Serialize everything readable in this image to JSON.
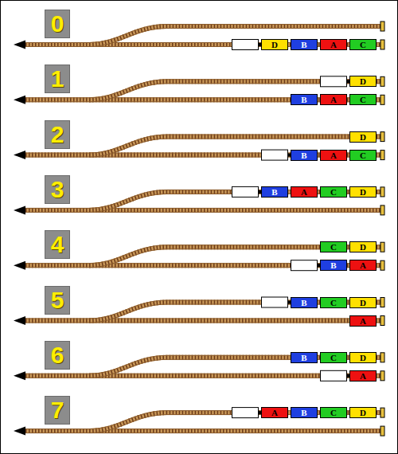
{
  "diagram": {
    "nodes": [
      {
        "text": [
          "0"
        ]
      },
      {
        "text": [
          "D"
        ]
      },
      {
        "text": [
          "B"
        ]
      },
      {
        "text": [
          "A"
        ]
      },
      {
        "text": [
          "C"
        ]
      },
      {
        "text": [
          "1"
        ]
      },
      {
        "text": [
          "D"
        ]
      },
      {
        "text": [
          "B"
        ]
      },
      {
        "text": [
          "A"
        ]
      },
      {
        "text": [
          "C"
        ]
      },
      {
        "text": [
          "2"
        ]
      },
      {
        "text": [
          "D"
        ]
      },
      {
        "text": [
          "B"
        ]
      },
      {
        "text": [
          "A"
        ]
      },
      {
        "text": [
          "C"
        ]
      },
      {
        "text": [
          "3"
        ]
      },
      {
        "text": [
          "B"
        ]
      },
      {
        "text": [
          "A"
        ]
      },
      {
        "text": [
          "C"
        ]
      },
      {
        "text": [
          "D"
        ]
      },
      {
        "text": [
          "4"
        ]
      },
      {
        "text": [
          "C"
        ]
      },
      {
        "text": [
          "D"
        ]
      },
      {
        "text": [
          "B"
        ]
      },
      {
        "text": [
          "A"
        ]
      },
      {
        "text": [
          "5"
        ]
      },
      {
        "text": [
          "B"
        ]
      },
      {
        "text": [
          "C"
        ]
      },
      {
        "text": [
          "D"
        ]
      },
      {
        "text": [
          "A"
        ]
      },
      {
        "text": [
          "6"
        ]
      },
      {
        "text": [
          "B"
        ]
      },
      {
        "text": [
          "C"
        ]
      },
      {
        "text": [
          "D"
        ]
      },
      {
        "text": [
          "A"
        ]
      },
      {
        "text": [
          "7"
        ]
      },
      {
        "text": [
          "A"
        ]
      },
      {
        "text": [
          "B"
        ]
      },
      {
        "text": [
          "C"
        ]
      },
      {
        "text": [
          "D"
        ]
      }
    ]
  }
}
